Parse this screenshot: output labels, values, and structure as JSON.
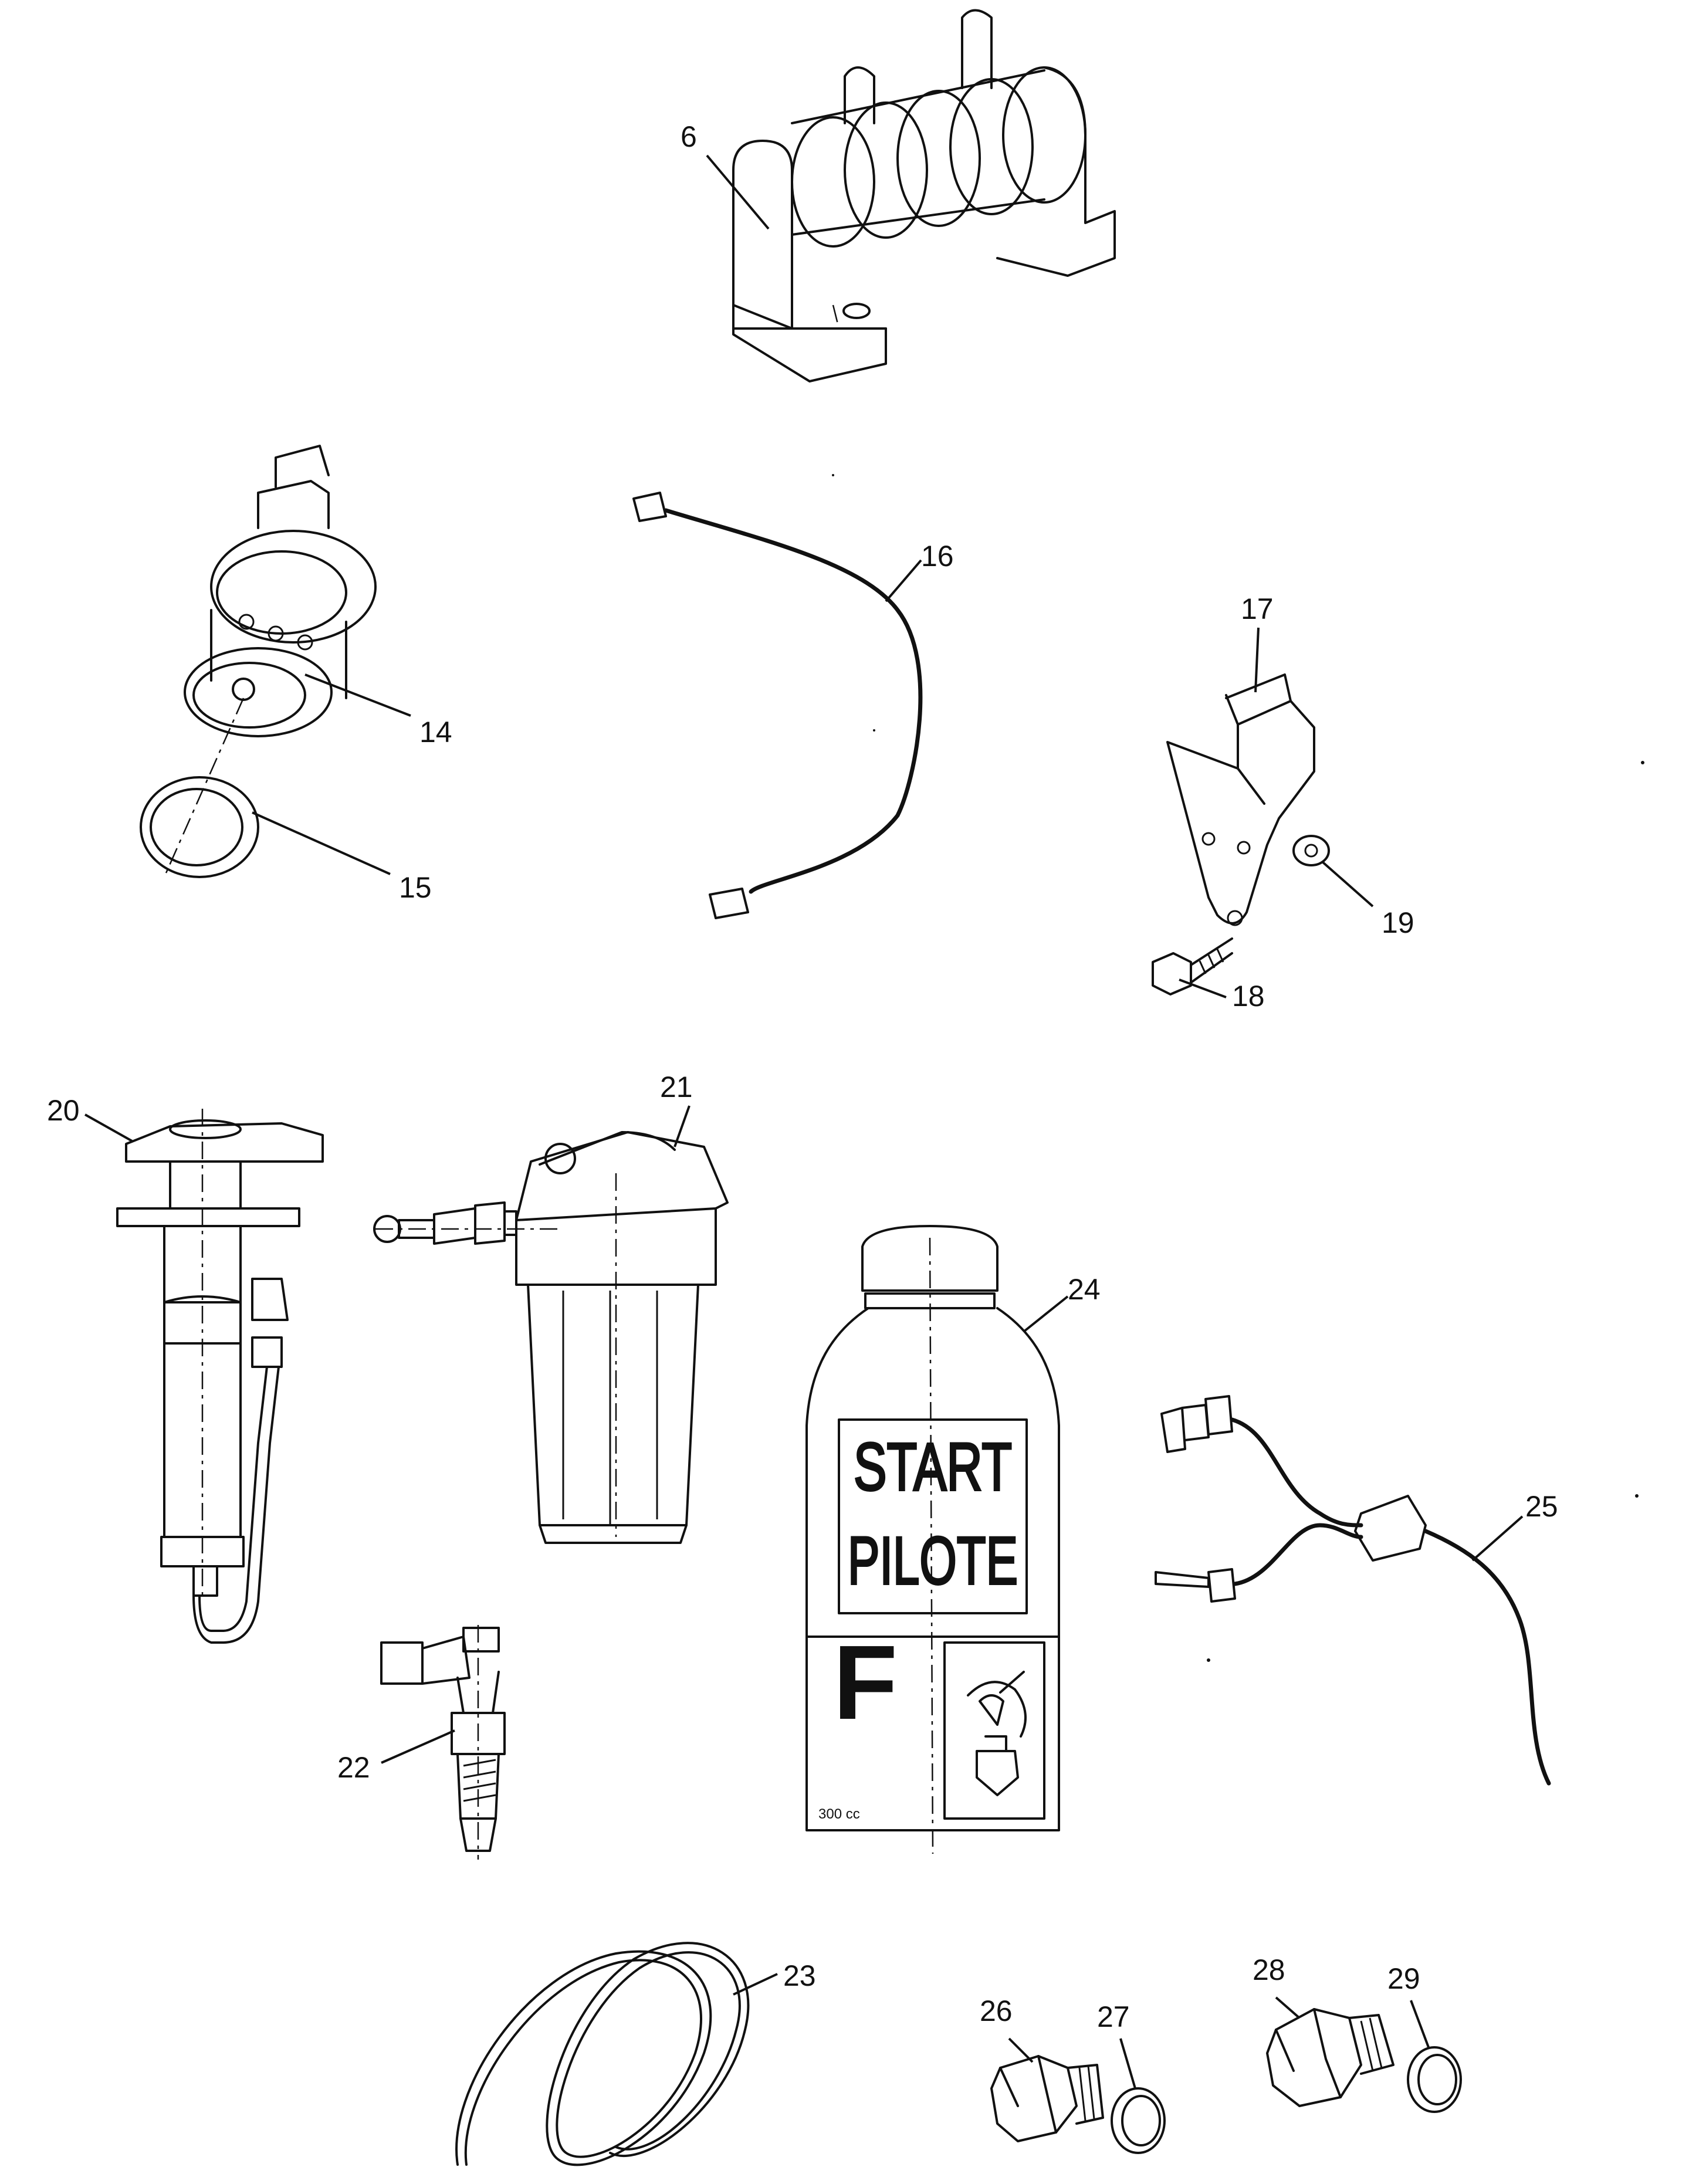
{
  "callouts": {
    "c6": "6",
    "c14": "14",
    "c15": "15",
    "c16": "16",
    "c17": "17",
    "c18": "18",
    "c19": "19",
    "c20": "20",
    "c21": "21",
    "c22": "22",
    "c23": "23",
    "c24": "24",
    "c25": "25",
    "c26": "26",
    "c27": "27",
    "c28": "28",
    "c29": "29"
  },
  "bottle": {
    "line1": "START",
    "line2": "PILOTE",
    "letter": "F",
    "volume": "300 cc"
  }
}
